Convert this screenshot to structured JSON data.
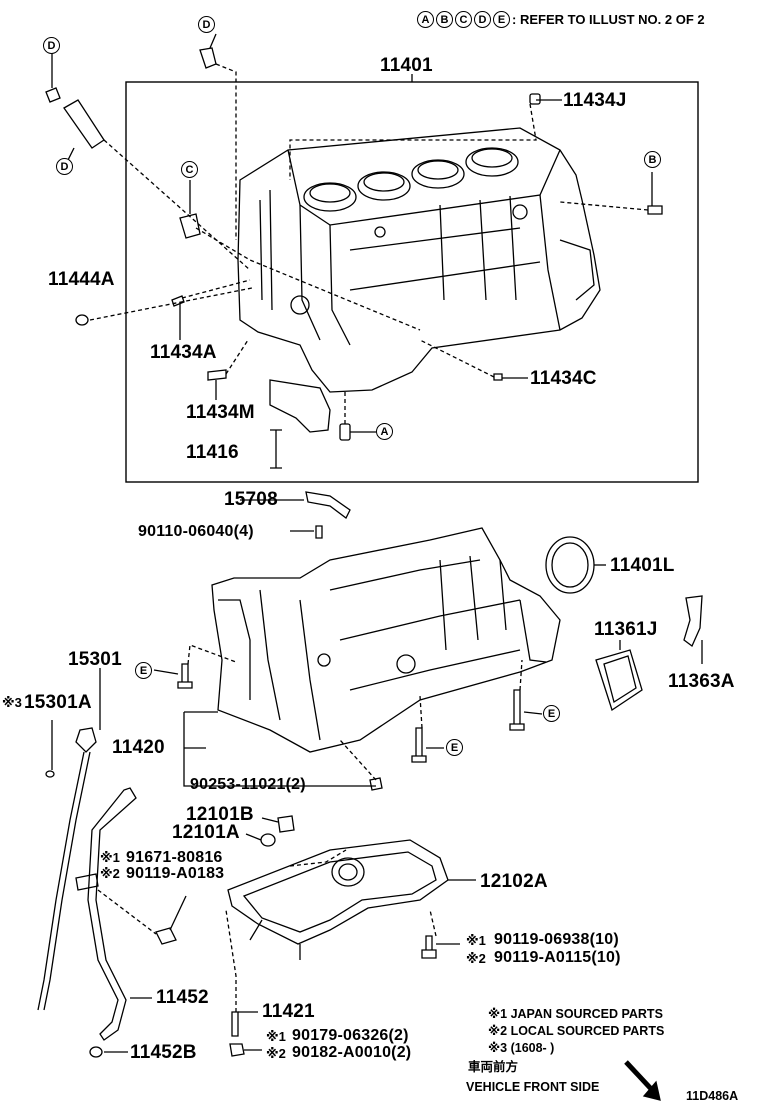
{
  "header": {
    "refs": [
      "A",
      "B",
      "C",
      "D",
      "E"
    ],
    "refer_text": ": REFER TO ILLUST NO. 2 OF 2"
  },
  "parts": {
    "p11401": "11401",
    "p11434J": "11434J",
    "p11444A": "11444A",
    "p11434A": "11434A",
    "p11434M": "11434M",
    "p11434C": "11434C",
    "p11416": "11416",
    "p15708": "15708",
    "p90110": "90110-06040(4)",
    "p11401L": "11401L",
    "p11361J": "11361J",
    "p11363A": "11363A",
    "p15301": "15301",
    "p15301A": "15301A",
    "p15301A_mark": "※3",
    "p11420": "11420",
    "p90253": "90253-11021(2)",
    "p12101B": "12101B",
    "p12101A": "12101A",
    "p91671": "91671-80816",
    "p90119_A0183": "90119-A0183",
    "p12102A": "12102A",
    "p90119_06938": "90119-06938(10)",
    "p90119_A0115": "90119-A0115(10)",
    "p11452": "11452",
    "p11421": "11421",
    "p90179": "90179-06326(2)",
    "p90182": "90182-A0010(2)",
    "p11452B": "11452B",
    "mark1": "※1",
    "mark2": "※2"
  },
  "callouts": {
    "D": "D",
    "C": "C",
    "B": "B",
    "A": "A",
    "E": "E"
  },
  "notes": {
    "n1": "※1 JAPAN SOURCED PARTS",
    "n2": "※2 LOCAL SOURCED PARTS",
    "n3": "※3 (1608-        )",
    "front_jp": "車両前方",
    "front_en": "VEHICLE FRONT SIDE",
    "illus_no": "11D486A"
  },
  "icons": [
    "engine-block-drawing",
    "crankcase-drawing",
    "oil-pan-drawing",
    "front-arrow-icon"
  ]
}
